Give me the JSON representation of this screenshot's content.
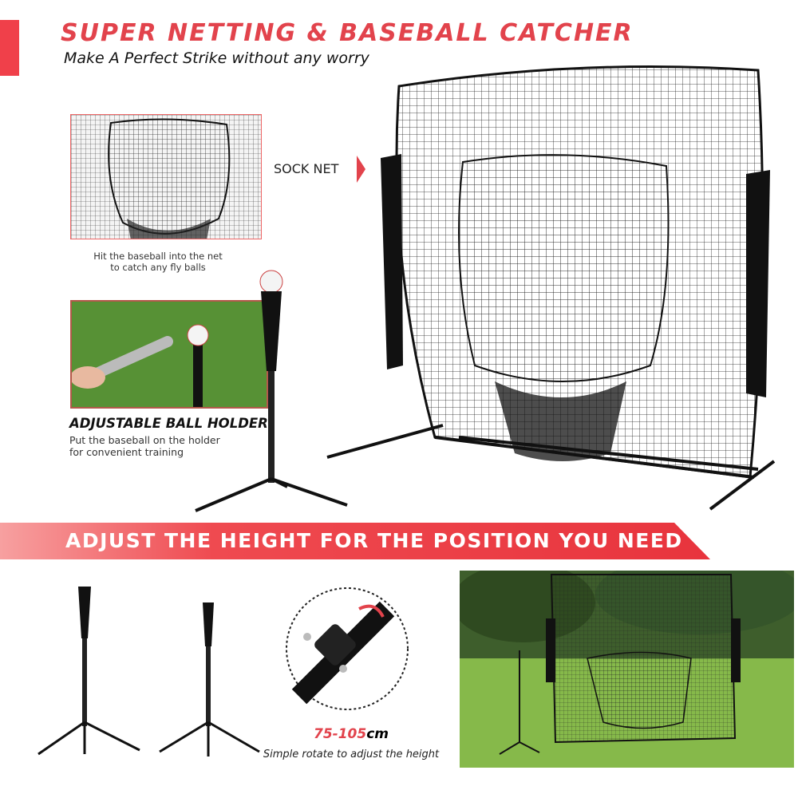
{
  "header": {
    "title": "SUPER NETTING & BASEBALL CATCHER",
    "subtitle": "Make A Perfect Strike without any worry"
  },
  "sock_net": {
    "label": "SOCK NET",
    "caption_line1": "Hit the baseball into the net",
    "caption_line2": "to catch any fly balls",
    "arrow_icon": "triangle-right-icon"
  },
  "ball_holder": {
    "title": "ADJUSTABLE BALL HOLDER",
    "desc_line1": "Put the baseball on the holder",
    "desc_line2": "for convenient training"
  },
  "banner": {
    "text": "ADJUST THE HEIGHT FOR THE POSITION YOU NEED"
  },
  "height": {
    "range": "75-105",
    "unit": "cm",
    "caption": "Simple rotate to adjust the height"
  },
  "colors": {
    "accent": "#e2434c",
    "net": "#111111",
    "grass": "#5f9a3a"
  }
}
